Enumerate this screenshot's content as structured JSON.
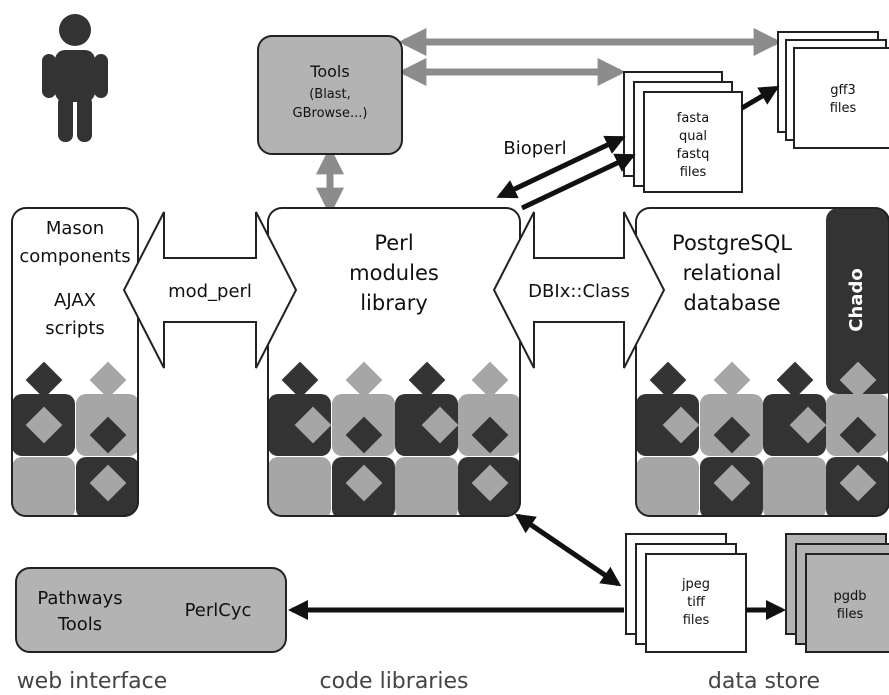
{
  "boxes": {
    "tools": {
      "line1": "Tools",
      "line2": "(Blast,",
      "line3": "GBrowse...)"
    },
    "mason": {
      "line1": "Mason",
      "line2": "components",
      "line3": "AJAX",
      "line4": "scripts"
    },
    "perl": {
      "line1": "Perl",
      "line2": "modules",
      "line3": "library"
    },
    "postgres": {
      "line1": "PostgreSQL",
      "line2": "relational",
      "line3": "database",
      "chado": "Chado"
    },
    "pathways": {
      "line1": "Pathways",
      "line2": "Tools",
      "line3": "PerlCyc"
    }
  },
  "files": {
    "gff3": {
      "line1": "gff3",
      "line2": "files"
    },
    "fasta": {
      "line1": "fasta",
      "line2": "qual",
      "line3": "fastq",
      "line4": "files"
    },
    "jpeg": {
      "line1": "jpeg",
      "line2": "tiff",
      "line3": "files"
    },
    "pgdb": {
      "line1": "pgdb",
      "line2": "files"
    }
  },
  "connectors": {
    "mod_perl": "mod_perl",
    "dbix": "DBIx::Class",
    "bioperl": "Bioperl"
  },
  "bottom_labels": {
    "web": "web interface",
    "code": "code libraries",
    "data": "data store"
  },
  "colors": {
    "dark": "#333333",
    "light": "#a6a6a6",
    "box_gray": "#b3b3b3",
    "arrow_gray": "#8c8c8c"
  }
}
